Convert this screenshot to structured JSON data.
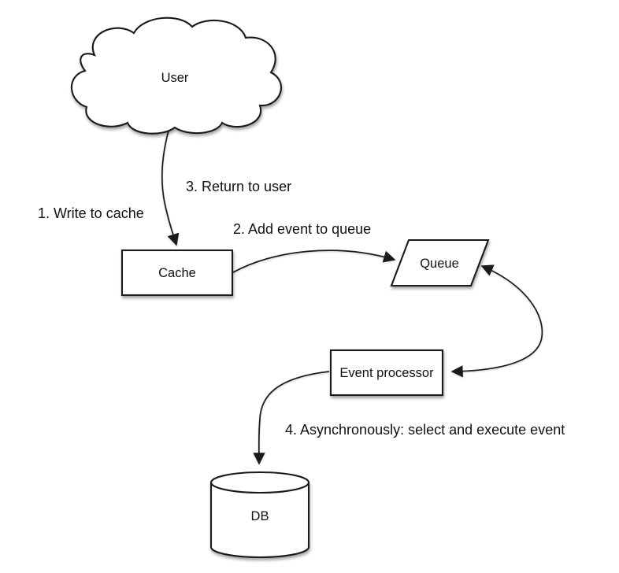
{
  "diagram": {
    "type": "flow-diagram",
    "colors": {
      "background": "#ffffff",
      "stroke": "#1a1a1a",
      "shape_fill": "#ffffff",
      "text": "#111111"
    },
    "nodes": [
      {
        "id": "user",
        "label": "User",
        "shape": "cloud"
      },
      {
        "id": "cache",
        "label": "Cache",
        "shape": "rectangle"
      },
      {
        "id": "queue",
        "label": "Queue",
        "shape": "parallelogram"
      },
      {
        "id": "event-processor",
        "label": "Event processor",
        "shape": "rectangle"
      },
      {
        "id": "db",
        "label": "DB",
        "shape": "cylinder"
      }
    ],
    "edges": [
      {
        "from": "user",
        "to": "cache",
        "style": "curved",
        "arrow": "end"
      },
      {
        "from": "cache",
        "to": "queue",
        "style": "curved",
        "arrow": "end"
      },
      {
        "from": "queue",
        "to": "event-processor",
        "style": "curved",
        "arrow": "both"
      },
      {
        "from": "event-processor",
        "to": "db",
        "style": "curved",
        "arrow": "end"
      }
    ],
    "edge_labels": [
      {
        "id": "step-1",
        "text": "1. Write to cache"
      },
      {
        "id": "step-2",
        "text": "2. Add event to queue"
      },
      {
        "id": "step-3",
        "text": "3. Return to user"
      },
      {
        "id": "step-4",
        "text": "4. Asynchronously: select and execute event"
      }
    ]
  }
}
